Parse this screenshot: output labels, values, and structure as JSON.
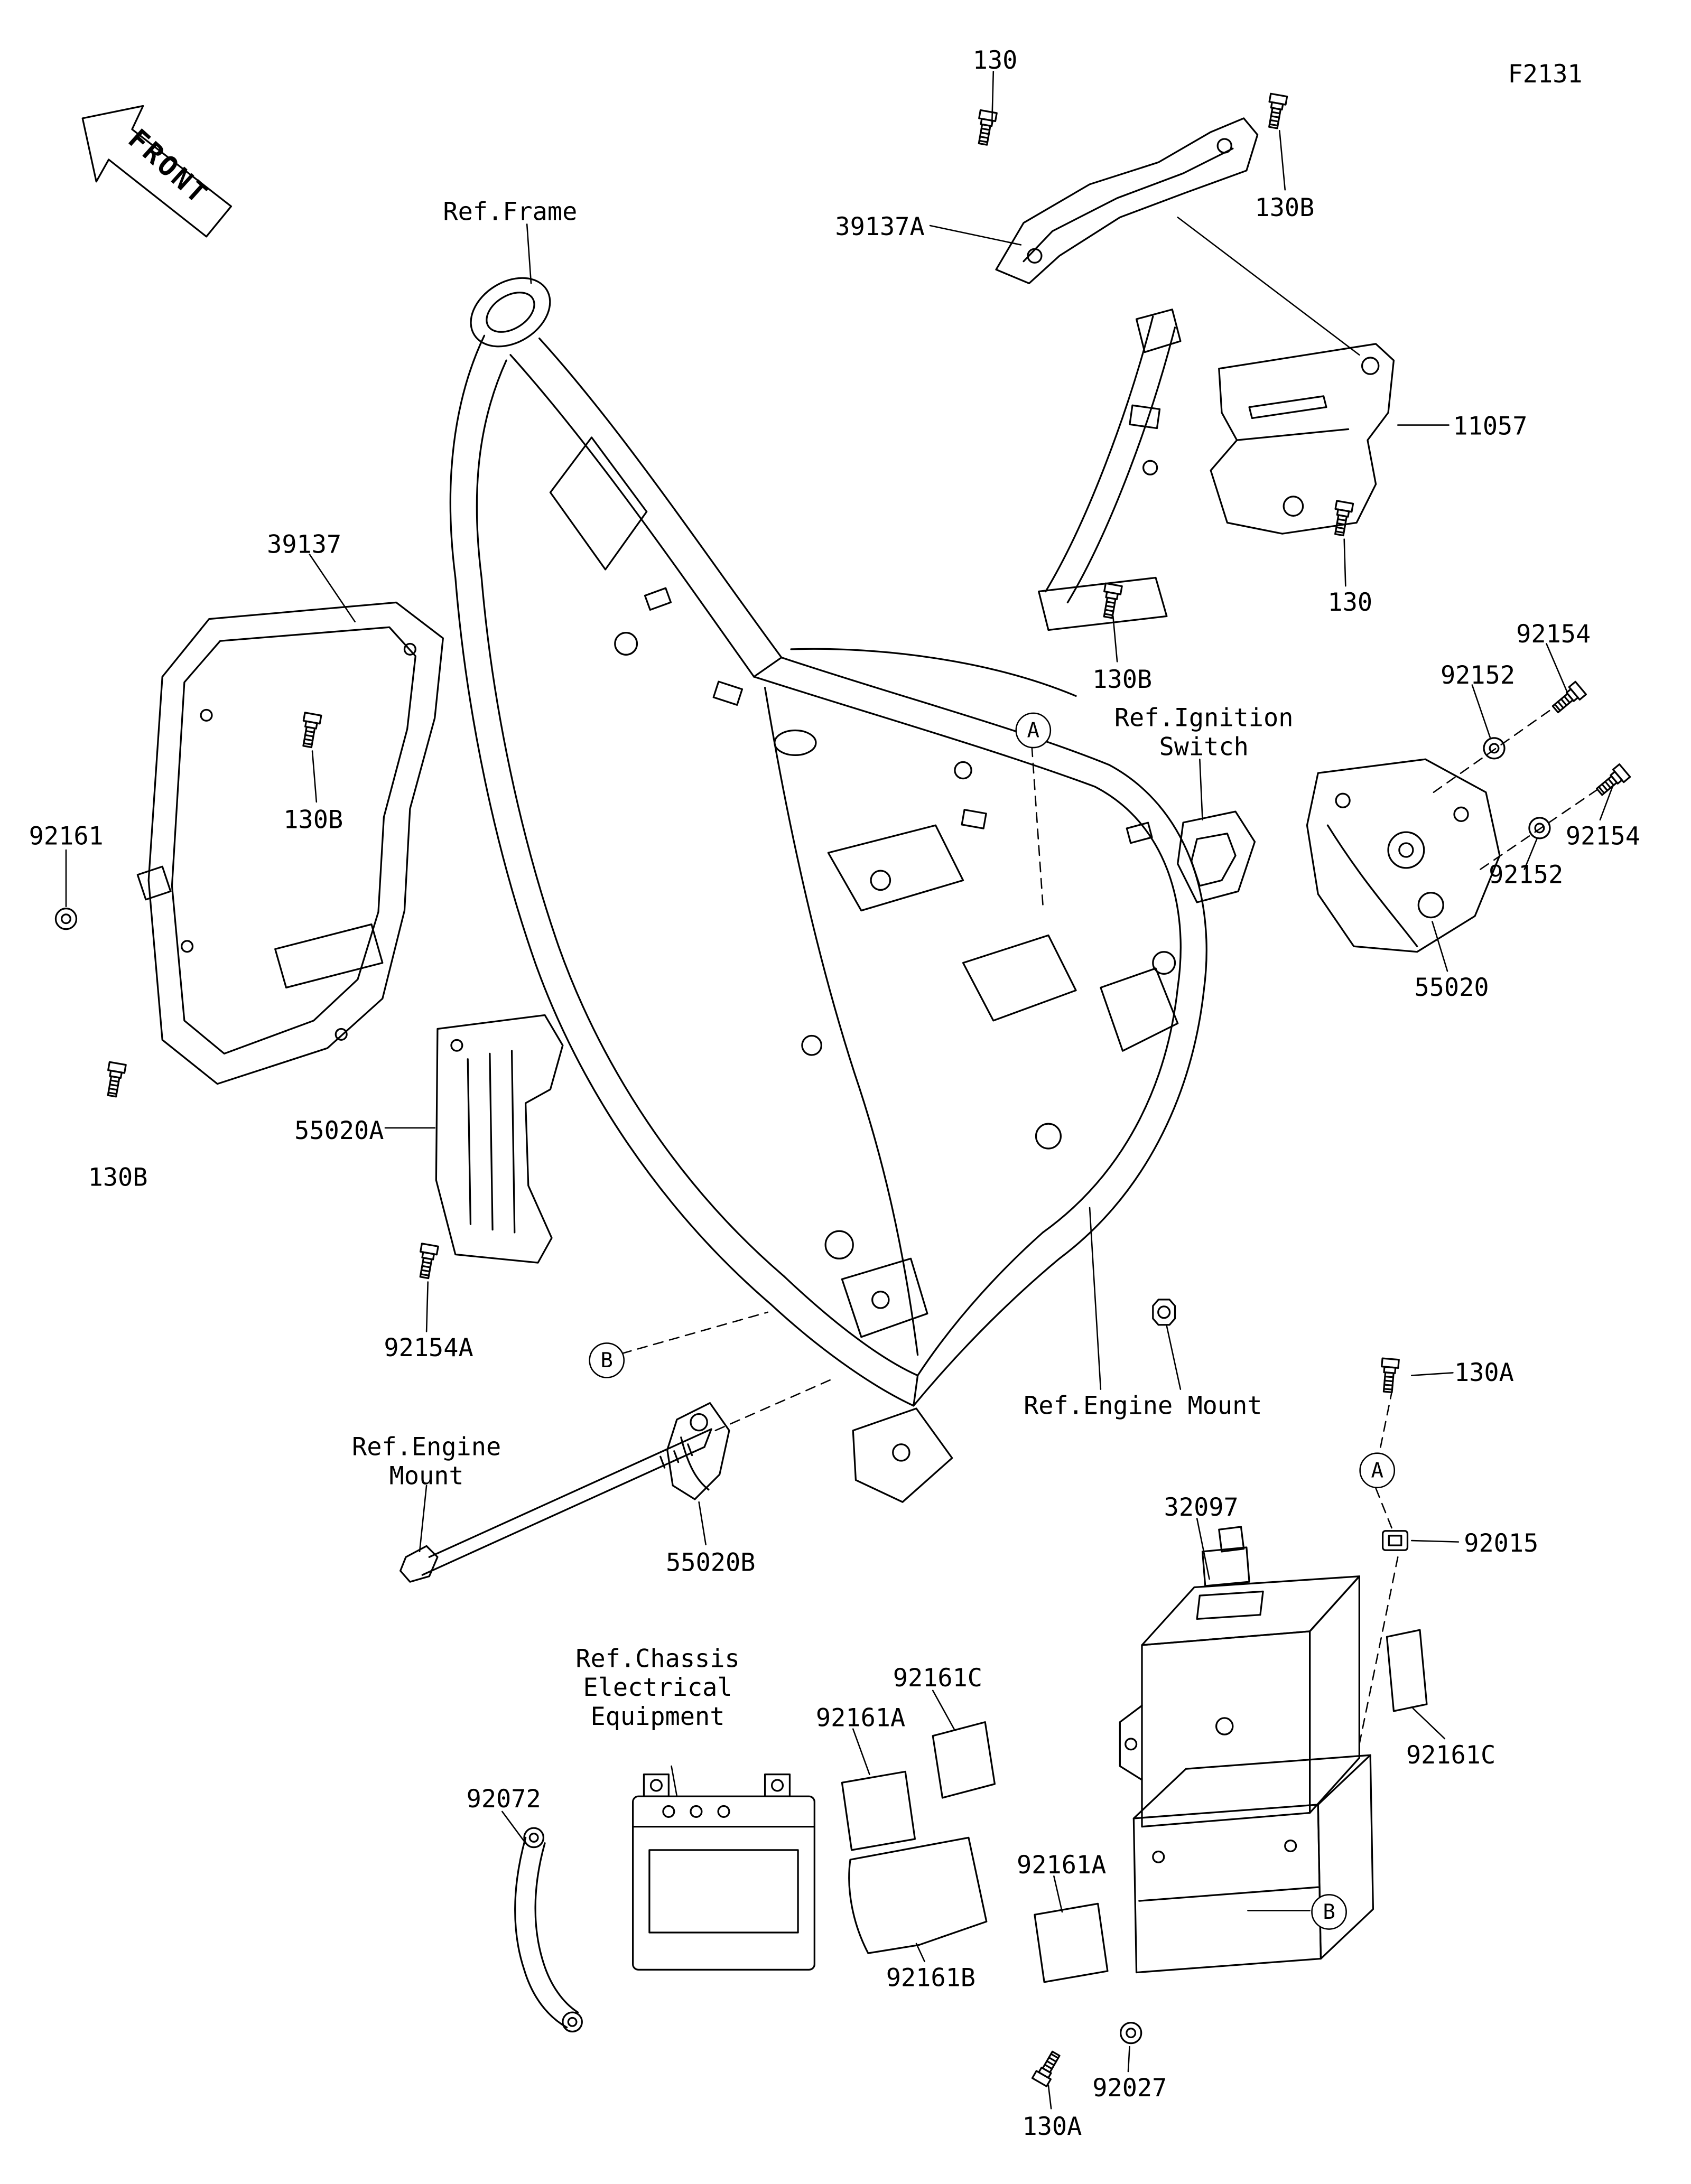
{
  "page": {
    "code": "F2131",
    "front_label": "FRONT"
  },
  "labels": [
    {
      "id": "130-top",
      "text": "130"
    },
    {
      "id": "130b-top-right",
      "text": "130B"
    },
    {
      "id": "39137a",
      "text": "39137A"
    },
    {
      "id": "ref-frame",
      "text": "Ref.Frame"
    },
    {
      "id": "11057",
      "text": "11057"
    },
    {
      "id": "130-mid",
      "text": "130"
    },
    {
      "id": "39137",
      "text": "39137"
    },
    {
      "id": "130b-left",
      "text": "130B"
    },
    {
      "id": "130b-center",
      "text": "130B"
    },
    {
      "id": "92154-top",
      "text": "92154"
    },
    {
      "id": "92152-top",
      "text": "92152"
    },
    {
      "id": "92152-lower",
      "text": "92152"
    },
    {
      "id": "92154-right",
      "text": "92154"
    },
    {
      "id": "ref-ignition",
      "text": "Ref.Ignition\nSwitch"
    },
    {
      "id": "55020",
      "text": "55020"
    },
    {
      "id": "92161",
      "text": "92161"
    },
    {
      "id": "55020a",
      "text": "55020A"
    },
    {
      "id": "130b-lower-left",
      "text": "130B"
    },
    {
      "id": "92154a",
      "text": "92154A"
    },
    {
      "id": "ref-engine-mount-right",
      "text": "Ref.Engine Mount"
    },
    {
      "id": "ref-engine-mount-left",
      "text": "Ref.Engine\nMount"
    },
    {
      "id": "55020b",
      "text": "55020B"
    },
    {
      "id": "130a-right",
      "text": "130A"
    },
    {
      "id": "32097",
      "text": "32097"
    },
    {
      "id": "92015",
      "text": "92015"
    },
    {
      "id": "92161c-center",
      "text": "92161C"
    },
    {
      "id": "92161a-upper",
      "text": "92161A"
    },
    {
      "id": "ref-chassis",
      "text": "Ref.Chassis\nElectrical\nEquipment"
    },
    {
      "id": "92072",
      "text": "92072"
    },
    {
      "id": "92161a-lower",
      "text": "92161A"
    },
    {
      "id": "92161c-right",
      "text": "92161C"
    },
    {
      "id": "92161b",
      "text": "92161B"
    },
    {
      "id": "92027",
      "text": "92027"
    },
    {
      "id": "130a-bottom",
      "text": "130A"
    }
  ],
  "callouts": [
    {
      "id": "a-center",
      "text": "A"
    },
    {
      "id": "b-center",
      "text": "B"
    },
    {
      "id": "a-right",
      "text": "A"
    },
    {
      "id": "b-bottom",
      "text": "B"
    }
  ]
}
